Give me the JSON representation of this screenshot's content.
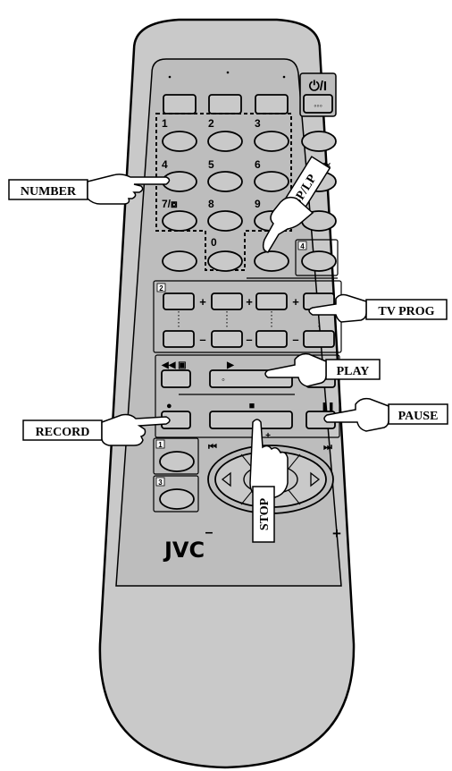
{
  "remote": {
    "brand": "JVC",
    "power_label": "⏻/I",
    "small_button_label": "◦◦◦",
    "numbers": [
      "1",
      "2",
      "3",
      "4",
      "5",
      "6",
      "7/⧇",
      "8",
      "9",
      "0"
    ],
    "mute_label": "·◁/◁×",
    "sp_lp_symbol": "∕∕∕",
    "section_markers": [
      "1",
      "2",
      "3",
      "4"
    ],
    "plus": "+",
    "minus": "–",
    "rew_symbol": "◀◀ ▣",
    "play_symbol": "▶",
    "play_dot": "◦",
    "record_symbol": "●",
    "stop_symbol": "■",
    "pause_symbol": "❚❚",
    "skip_back_symbol": "⏮",
    "skip_fwd_symbol": "⏭",
    "joy_plus_top": "+",
    "joy_minus_bottom": "–",
    "big_minus": "–",
    "big_plus": "+"
  },
  "callouts": {
    "number": "NUMBER",
    "sp_lp": "SP/LP",
    "tv_prog": "TV PROG",
    "play": "PLAY",
    "record": "RECORD",
    "pause": "PAUSE",
    "stop": "STOP"
  }
}
